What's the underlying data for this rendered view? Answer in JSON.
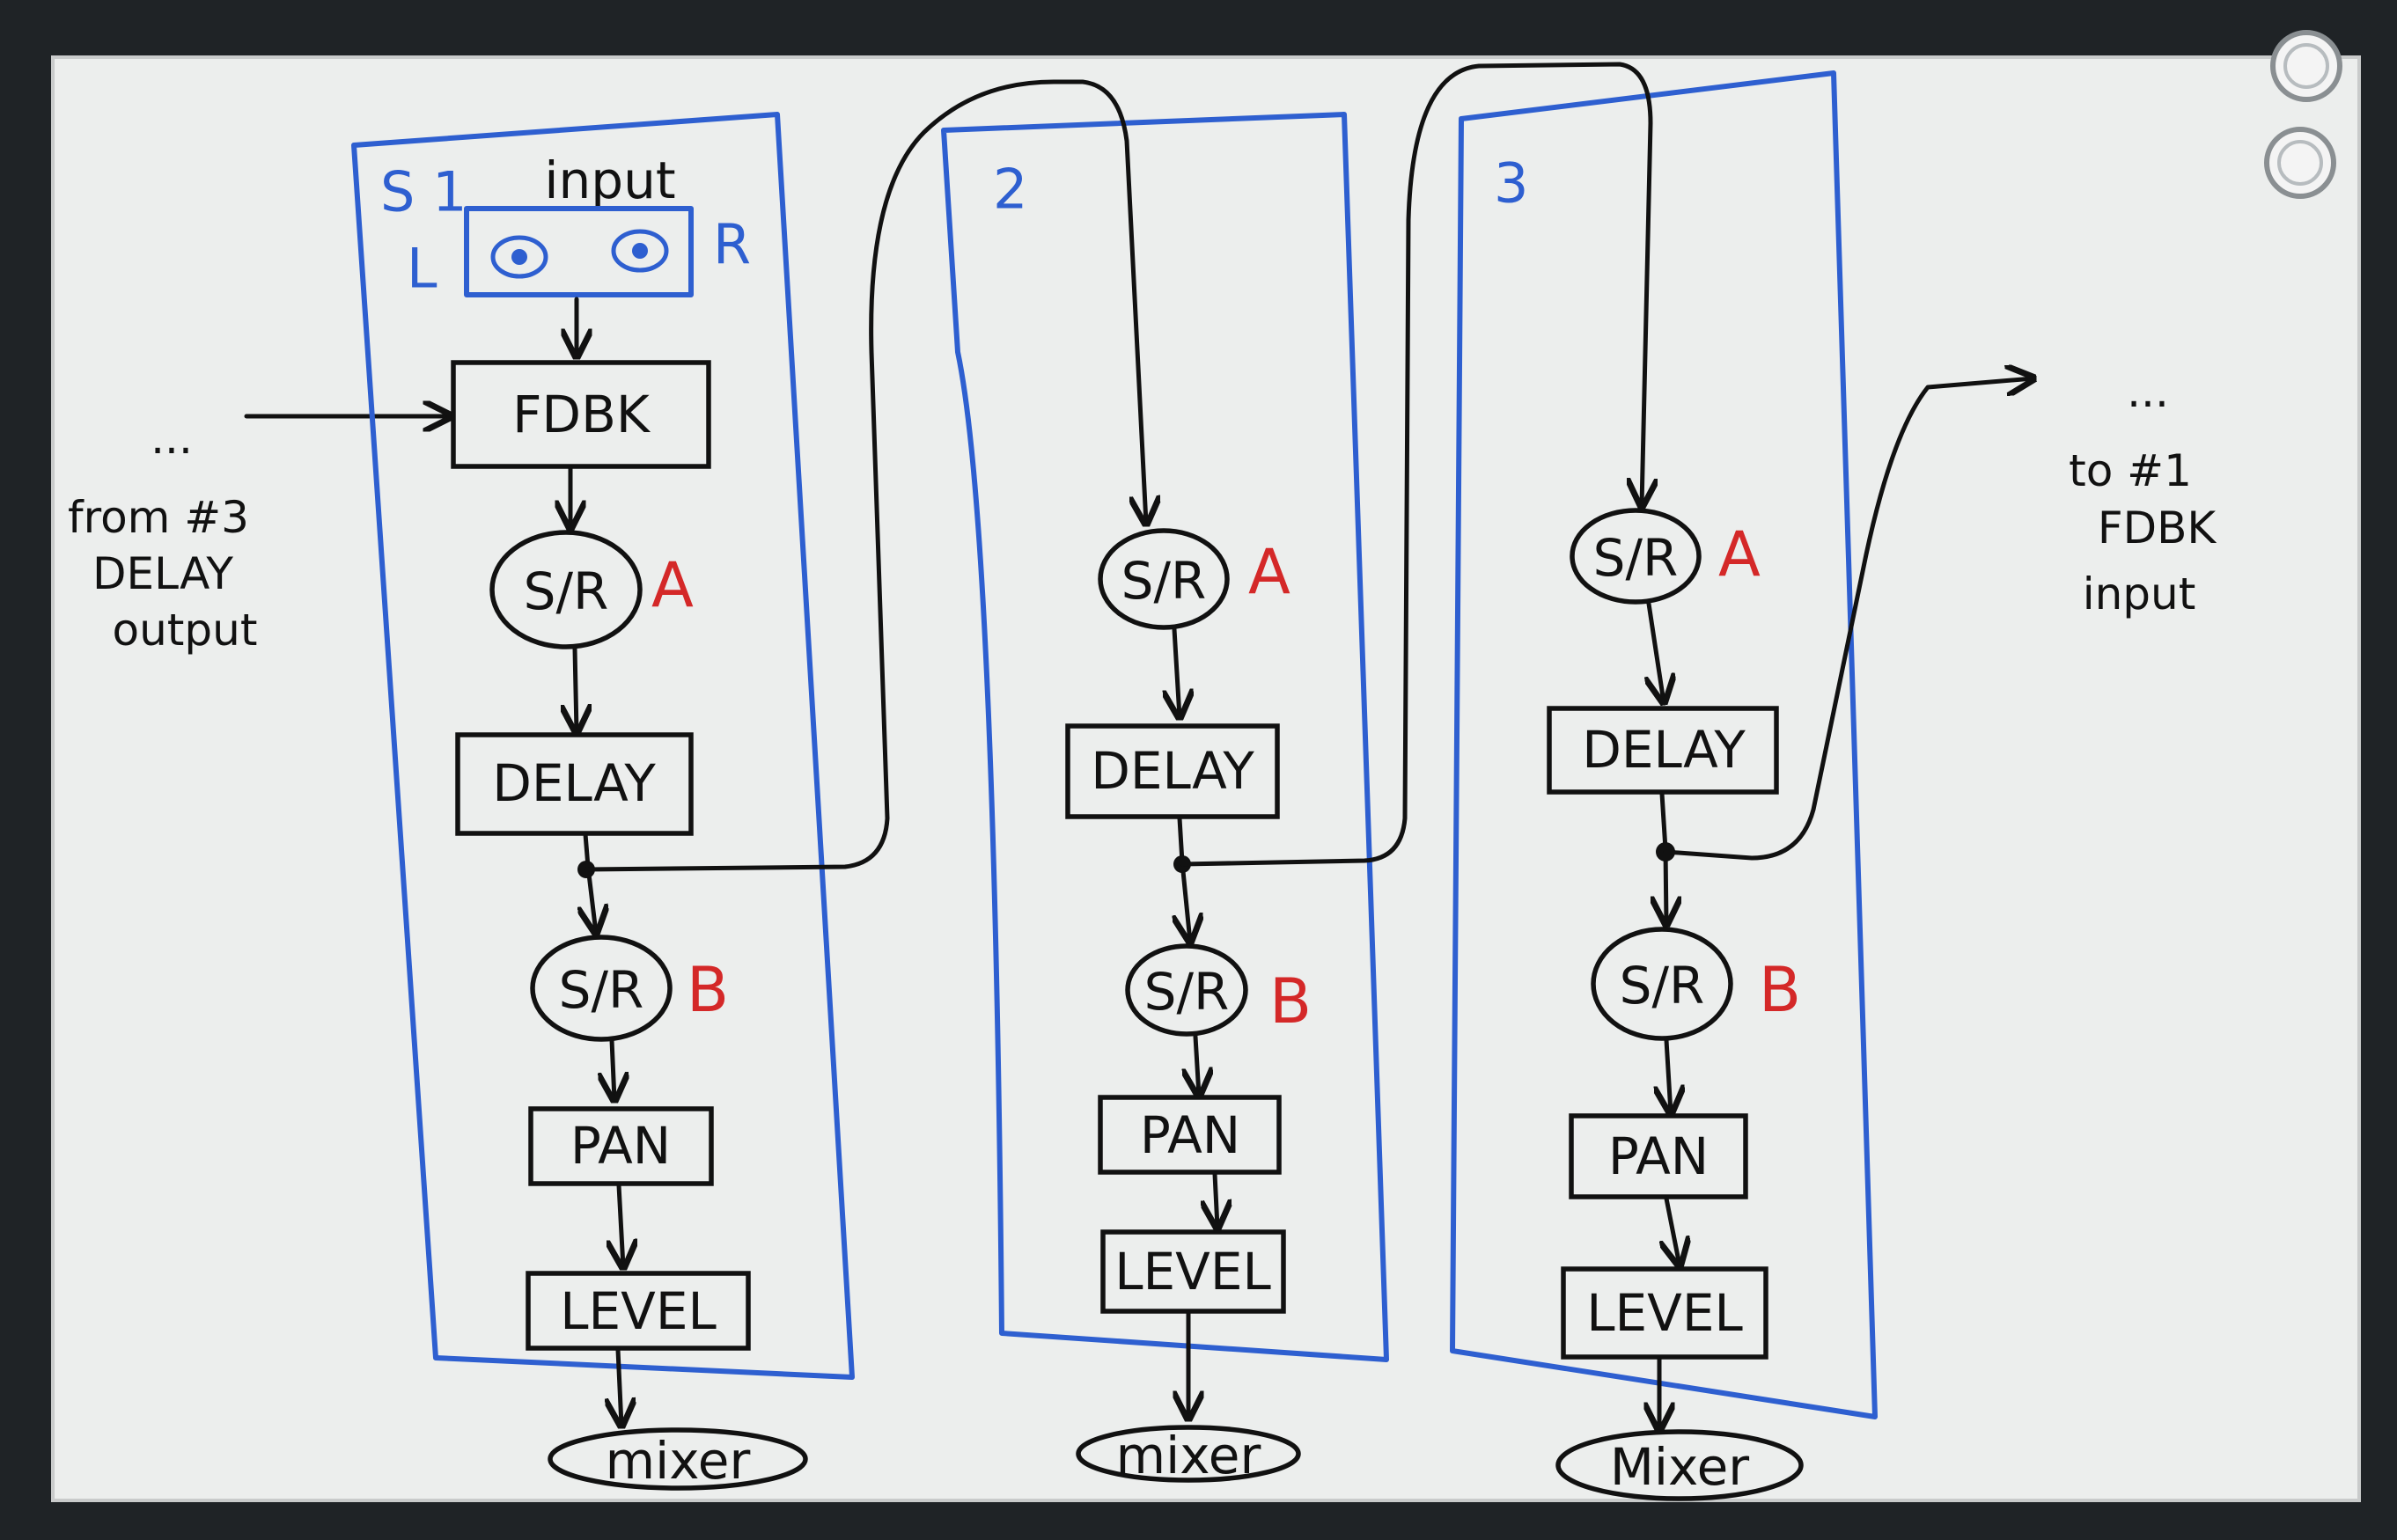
{
  "board": {
    "frame_color": "#1f2326",
    "surface_color": "#eceeed",
    "ink_color": "#111111",
    "group_color": "#2e5fd0",
    "send_label_color": "#d42828"
  },
  "left_note": {
    "dots": "...",
    "lines": [
      "from #3",
      "DELAY",
      "output"
    ]
  },
  "right_note": {
    "dots": "...",
    "lines": [
      "to #1",
      "FDBK",
      "input"
    ]
  },
  "channel1": {
    "label": "S 1",
    "input_label": "input",
    "left_label": "L",
    "right_label": "R",
    "nodes": {
      "fdbk": "FDBK",
      "sr_a": "S/R",
      "sr_a_tag": "A",
      "delay": "DELAY",
      "sr_b": "S/R",
      "sr_b_tag": "B",
      "pan": "PAN",
      "level": "LEVEL",
      "mixer": "mixer"
    }
  },
  "channel2": {
    "label": "2",
    "nodes": {
      "sr_a": "S/R",
      "sr_a_tag": "A",
      "delay": "DELAY",
      "sr_b": "S/R",
      "sr_b_tag": "B",
      "pan": "PAN",
      "level": "LEVEL",
      "mixer": "mixer"
    }
  },
  "channel3": {
    "label": "3",
    "nodes": {
      "sr_a": "S/R",
      "sr_a_tag": "A",
      "delay": "DELAY",
      "sr_b": "S/R",
      "sr_b_tag": "B",
      "pan": "PAN",
      "level": "LEVEL",
      "mixer": "Mixer"
    }
  },
  "icons": [
    "magnet-icon",
    "magnet-icon",
    "jack-icon",
    "jack-icon"
  ]
}
